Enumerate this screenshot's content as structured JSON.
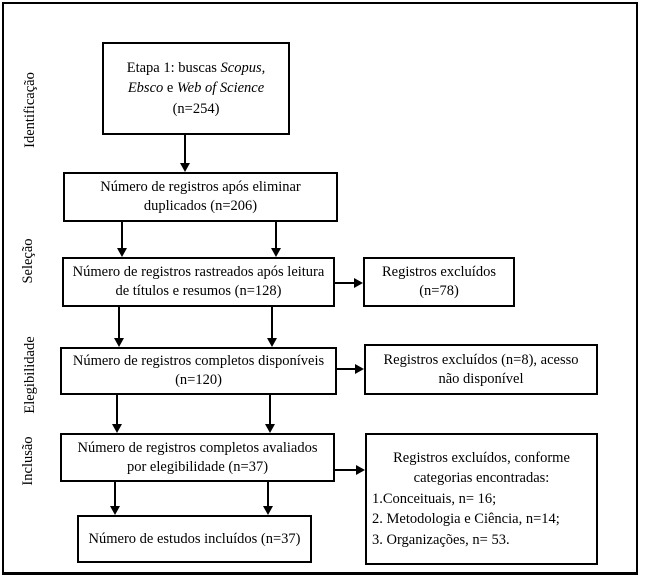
{
  "colors": {
    "border": "#000000",
    "background": "#ffffff",
    "text": "#000000"
  },
  "figure": {
    "stages": [
      {
        "label": "Identificação"
      },
      {
        "label": "Seleção"
      },
      {
        "label": "Elegibilidade"
      },
      {
        "label": "Inclusão"
      }
    ],
    "boxes": {
      "search": {
        "line1_prefix": "Etapa 1: buscas ",
        "line1_italic": "Scopus,",
        "line2_italic_a": "Ebsco",
        "line2_conj": " e ",
        "line2_italic_b": "Web of Science",
        "line3": "(n=254)"
      },
      "dedup": {
        "lines": [
          "Número de registros após eliminar",
          "duplicados (n=206)"
        ]
      },
      "screened": {
        "lines": [
          "Número de registros rastreados após leitura",
          "de títulos e resumos (n=128)"
        ]
      },
      "full_text_available": {
        "lines": [
          "Número de registros completos disponíveis",
          "(n=120)"
        ]
      },
      "assessed": {
        "lines": [
          "Número de registros completos avaliados",
          "por elegibilidade (n=37)"
        ]
      },
      "included": {
        "lines": [
          "Número de estudos incluídos (n=37)"
        ]
      },
      "excluded_screening": {
        "lines": [
          "Registros excluídos",
          "(n=78)"
        ]
      },
      "excluded_access": {
        "lines": [
          "Registros excluídos (n=8), acesso",
          "não disponível"
        ]
      },
      "excluded_categories": {
        "header_lines": [
          "Registros excluídos, conforme",
          "categorias encontradas:"
        ],
        "items": [
          "1.Conceituais, n= 16;",
          "2. Metodologia e Ciência, n=14;",
          "3. Organizações, n= 53."
        ]
      }
    }
  }
}
